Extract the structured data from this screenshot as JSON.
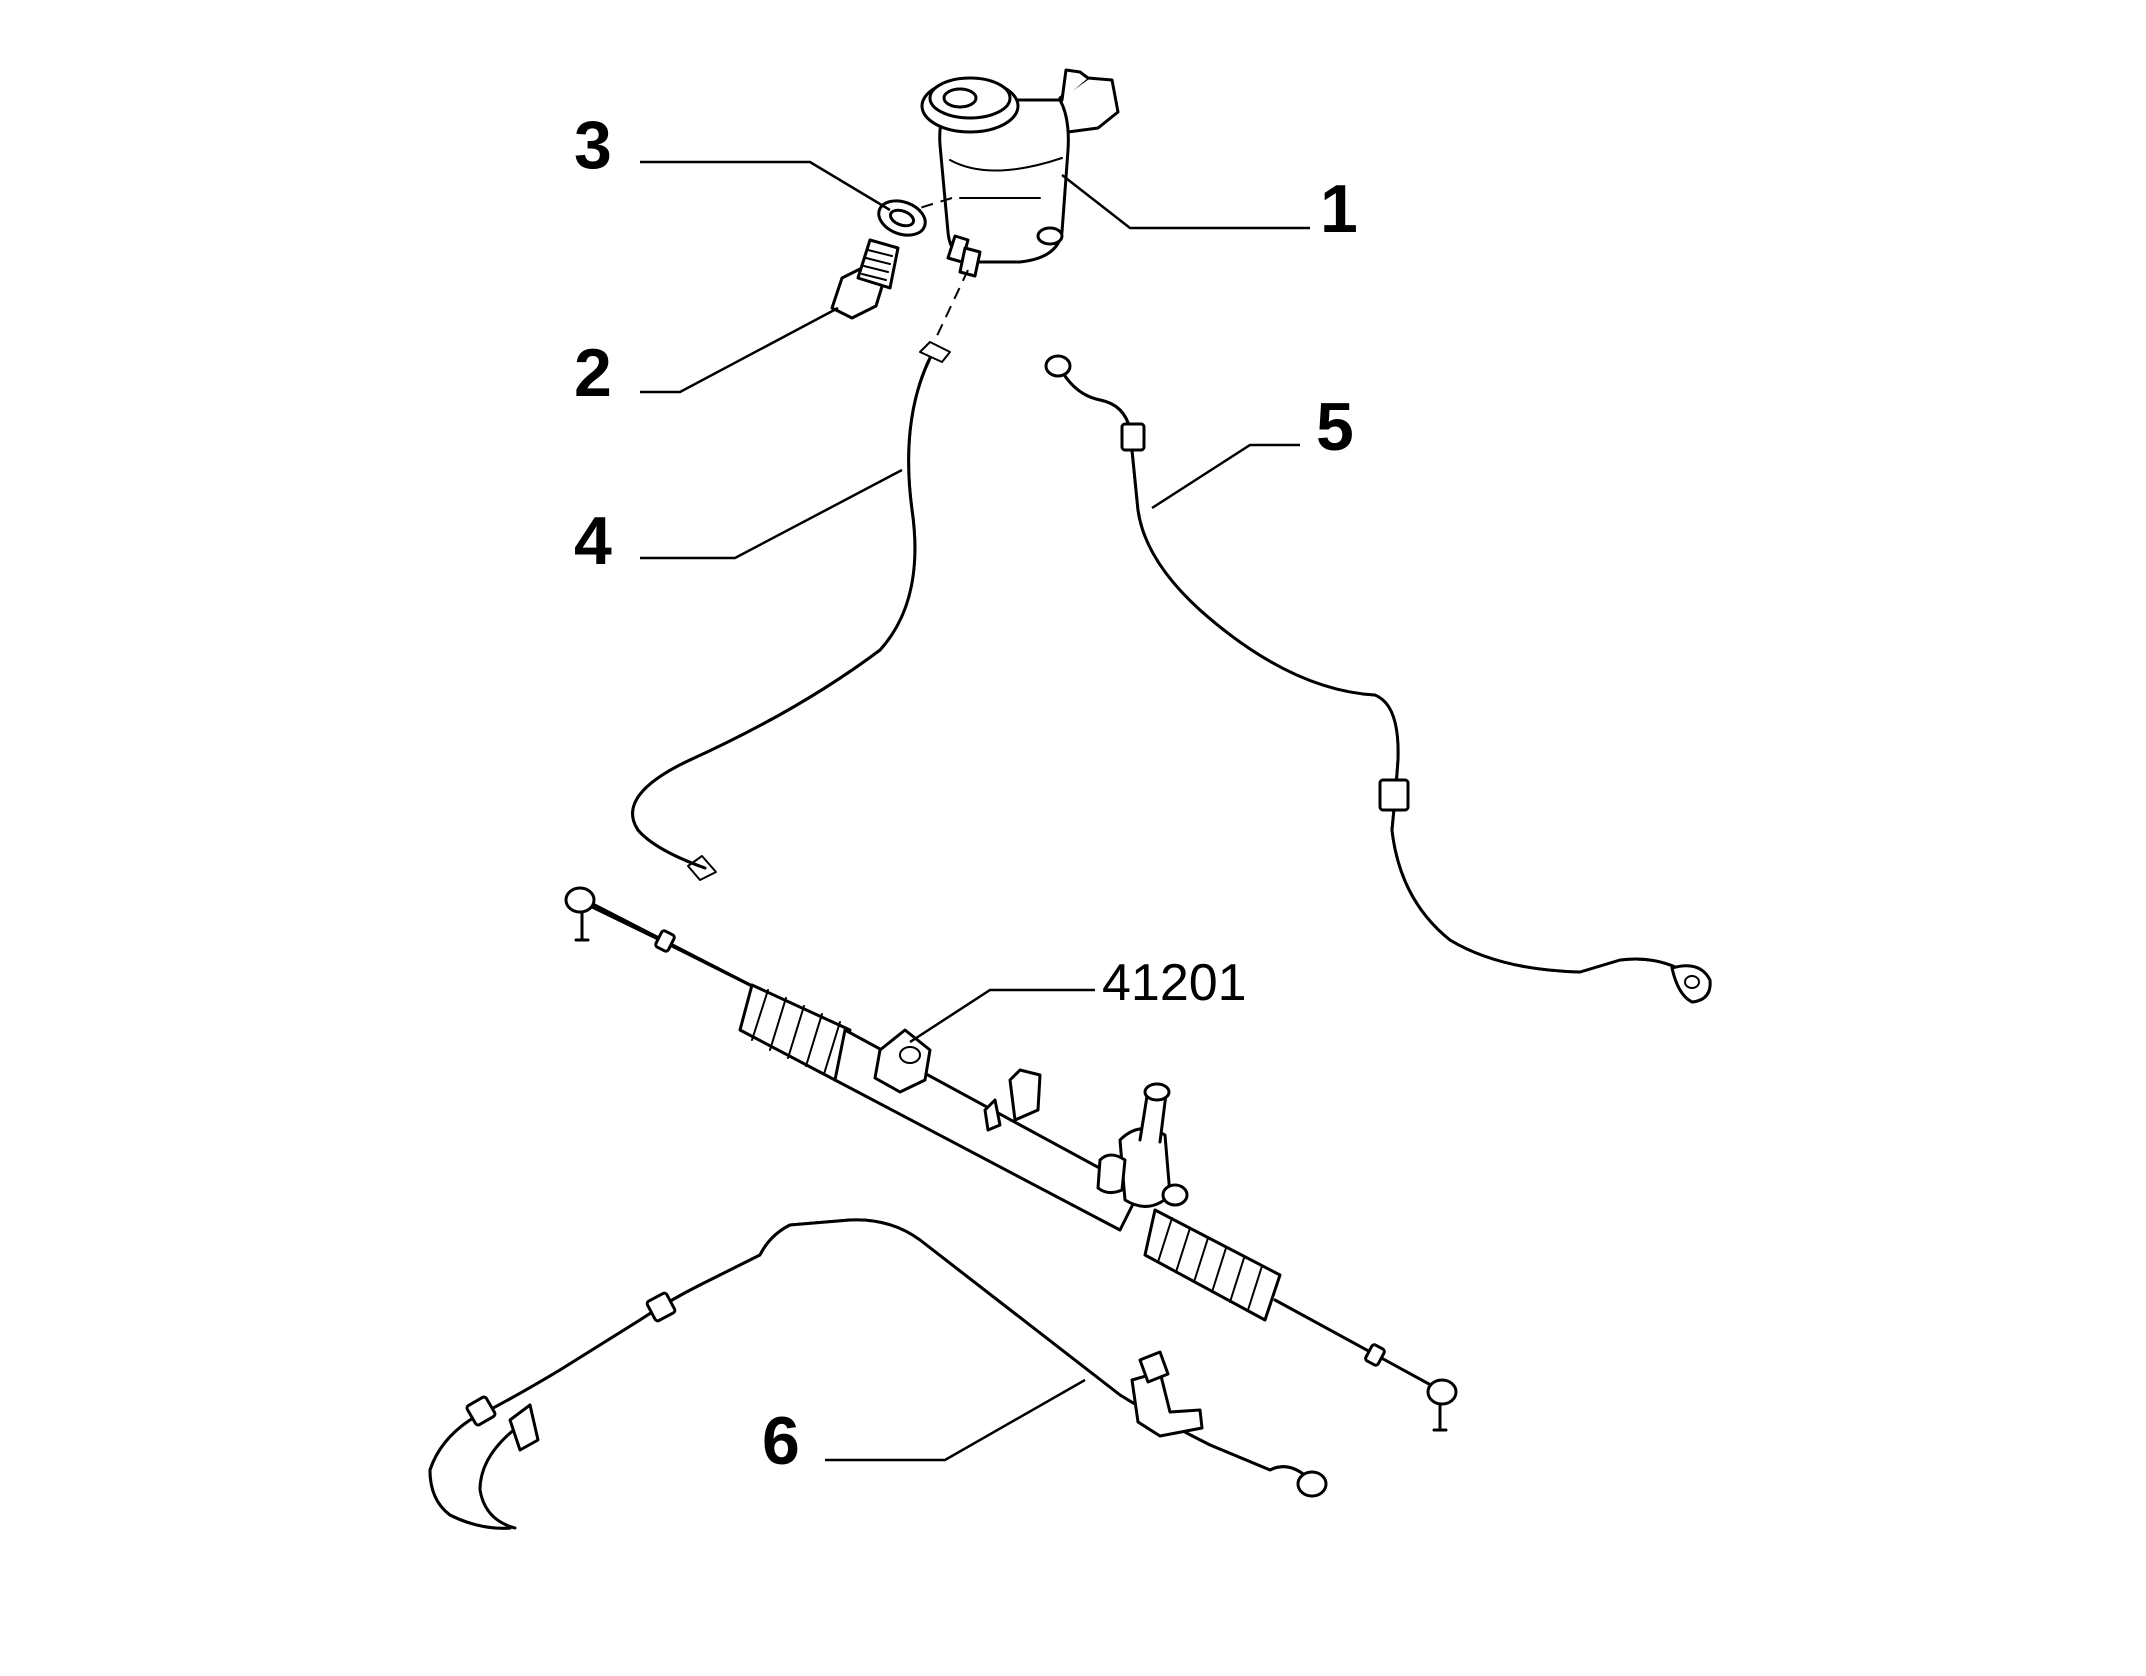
{
  "callouts": {
    "c1": "1",
    "c2": "2",
    "c3": "3",
    "c4": "4",
    "c5": "5",
    "c6": "6",
    "c41201": "41201"
  },
  "parts": [
    {
      "ref": "1",
      "icon": "reservoir-icon"
    },
    {
      "ref": "2",
      "icon": "bolt-icon"
    },
    {
      "ref": "3",
      "icon": "washer-icon"
    },
    {
      "ref": "4",
      "icon": "return-hose-icon"
    },
    {
      "ref": "5",
      "icon": "supply-pipe-icon"
    },
    {
      "ref": "6",
      "icon": "pressure-pipe-icon"
    },
    {
      "ref": "41201",
      "icon": "steering-rack-icon"
    }
  ],
  "colors": {
    "line": "#000000",
    "background": "#ffffff"
  }
}
